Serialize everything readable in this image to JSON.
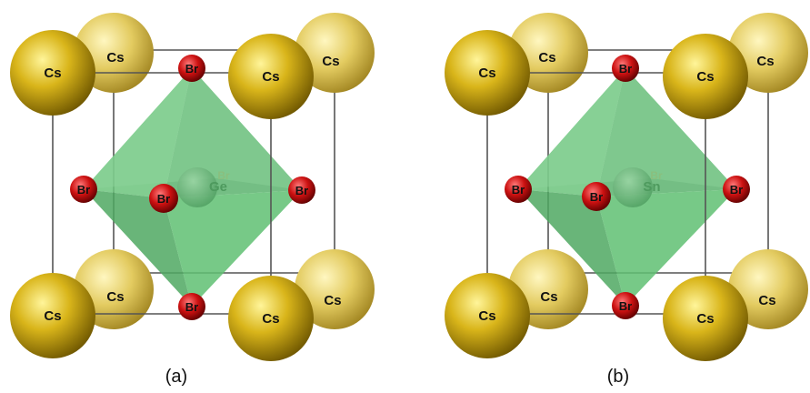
{
  "panels": [
    {
      "caption": "(a)",
      "center_label": "Ge",
      "labels": {
        "cs_back_tl": "Cs",
        "cs_back_tr": "Cs",
        "cs_back_bl": "Cs",
        "cs_back_br": "Cs",
        "cs_front_tl": "Cs",
        "cs_front_tr": "Cs",
        "cs_front_bl": "Cs",
        "cs_front_br": "Cs",
        "br_top": "Br",
        "br_bottom": "Br",
        "br_left": "Br",
        "br_right": "Br",
        "br_front": "Br",
        "br_back": "Br"
      }
    },
    {
      "caption": "(b)",
      "center_label": "Sn",
      "labels": {
        "cs_back_tl": "Cs",
        "cs_back_tr": "Cs",
        "cs_back_bl": "Cs",
        "cs_back_br": "Cs",
        "cs_front_tl": "Cs",
        "cs_front_tr": "Cs",
        "cs_front_bl": "Cs",
        "cs_front_br": "Cs",
        "br_top": "Br",
        "br_bottom": "Br",
        "br_left": "Br",
        "br_right": "Br",
        "br_front": "Br",
        "br_back": "Br"
      }
    }
  ],
  "colors": {
    "cs": "#d9b51a",
    "br": "#cc1111",
    "octahedron": "#5fbf72",
    "frame": "#555555"
  }
}
